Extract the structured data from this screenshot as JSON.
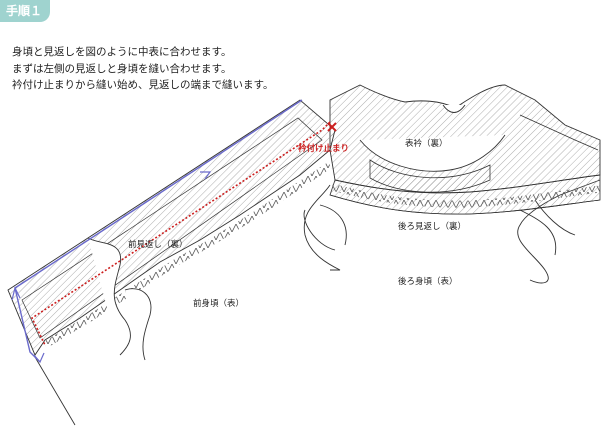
{
  "header": {
    "step_label": "手順１"
  },
  "instructions": [
    "身頃と見返しを図のように中表に合わせます。",
    "まずは左側の見返しと身頃を縫い合わせます。",
    "衿付け止まりから縫い始め、見返しの端まで縫います。"
  ],
  "labels": {
    "collar": "表衿（裏）",
    "front_facing": "前見返し（裏）",
    "back_facing": "後ろ見返し（裏）",
    "front_body": "前身頃（表）",
    "back_body": "後ろ身頃（表）",
    "collar_stop": "衿付け止まり"
  },
  "colors": {
    "badge": "#9fd3cf",
    "stitch_line": "#cc1f1f",
    "arrow_line": "#6a6acc",
    "hatch": "#7a7a7a"
  },
  "icons": {
    "stop_marker": "x-mark-icon",
    "direction_arrow": "arrow-icon"
  }
}
